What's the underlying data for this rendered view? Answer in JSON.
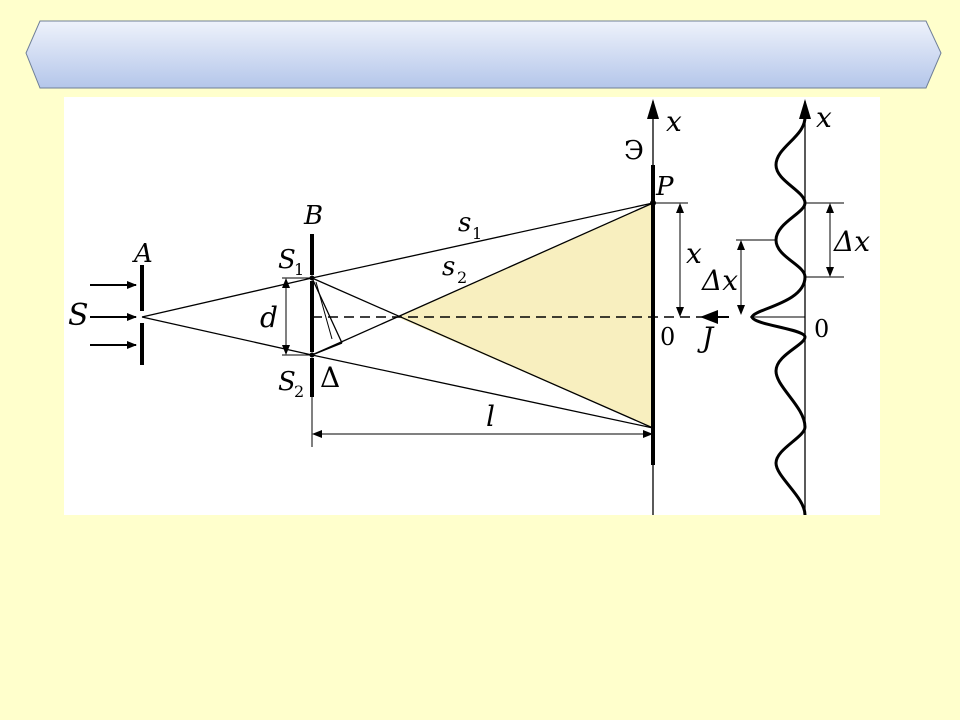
{
  "banner": {
    "title": ""
  },
  "colors": {
    "page_bg": "#ffffcc",
    "banner_top": "#eef2fb",
    "banner_bottom": "#b7c9ea",
    "fringe_fill": "#f8efbf"
  },
  "labels": {
    "source": "S",
    "screen_a": "A",
    "screen_b": "B",
    "slit_1": "S",
    "slit_1_sub": "1",
    "slit_2": "S",
    "slit_2_sub": "2",
    "slit_distance": "d",
    "path_diff": "Δ",
    "path_1": "s",
    "path_1_sub": "1",
    "path_2": "s",
    "path_2_sub": "2",
    "screen_distance": "l",
    "screen_e": "Э",
    "point_p": "P",
    "axis_x": "x",
    "coord_x": "x",
    "origin": "0",
    "intensity": "J",
    "axis_x2": "x",
    "origin2": "0",
    "fringe_spacing_1": "Δx",
    "fringe_spacing_2": "Δx"
  }
}
